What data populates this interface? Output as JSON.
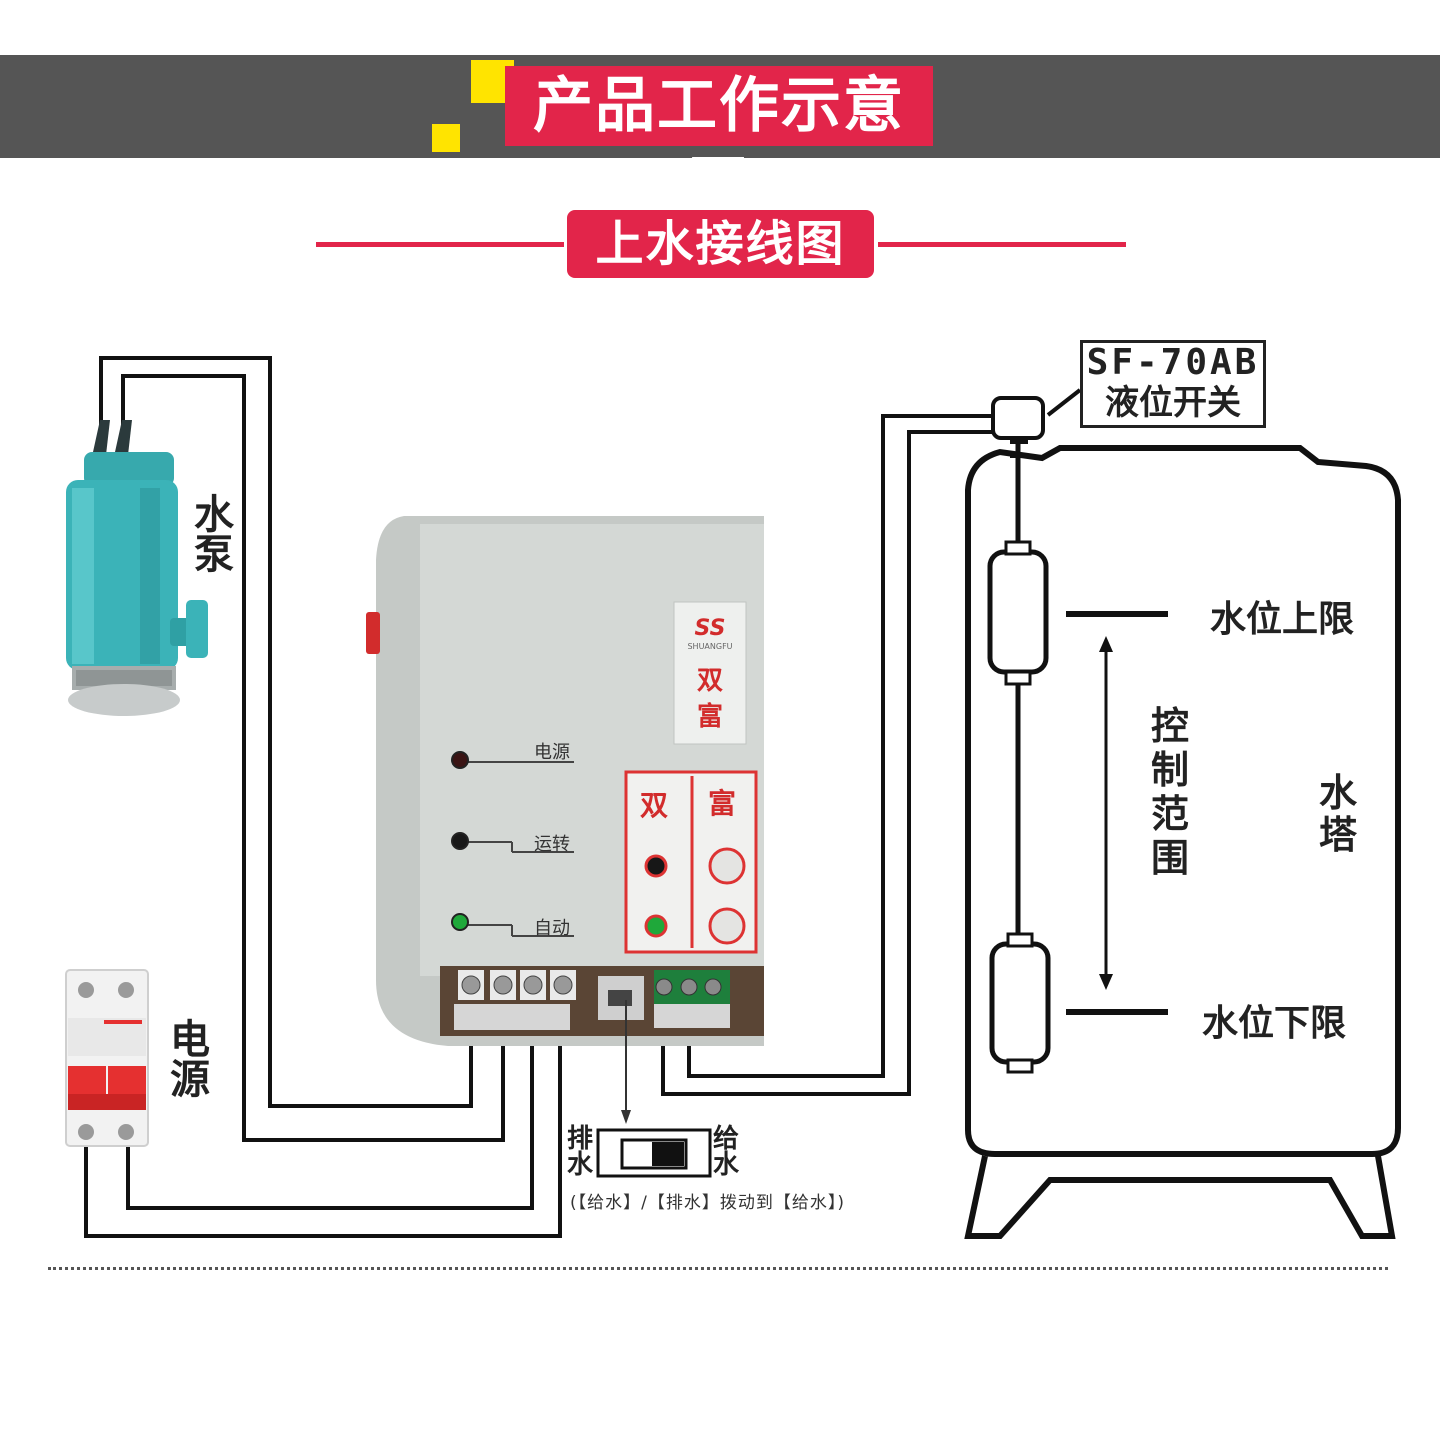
{
  "header": {
    "title": "产品工作示意图"
  },
  "section": {
    "title": "上水接线图"
  },
  "labels": {
    "pump": "水泵",
    "power": "电源",
    "float_switch_model": "SF-70AB",
    "float_switch_name": "液位开关",
    "upper_limit": "水位上限",
    "lower_limit": "水位下限",
    "control_range": "控制范围",
    "water_tower": "水塔"
  },
  "controller": {
    "brand_logo": "SS",
    "brand_en": "SHUANGFU",
    "brand_cn_1": "双",
    "brand_cn_2": "富",
    "indicator_power": "电源",
    "indicator_run": "运转",
    "indicator_auto": "自动",
    "panel_title_1": "双",
    "panel_title_2": "富"
  },
  "switch": {
    "left_label": "排水",
    "right_label": "给水",
    "note": "(【给水】/【排水】拨动到【给水】)"
  },
  "colors": {
    "accent_pink": "#e2254a",
    "banner_gray": "#555555",
    "accent_yellow": "#ffe400",
    "pump_teal": "#3bb3b8",
    "controller_gray": "#cfd3d0",
    "breaker_red": "#e53030",
    "led_green": "#1fa83a"
  }
}
